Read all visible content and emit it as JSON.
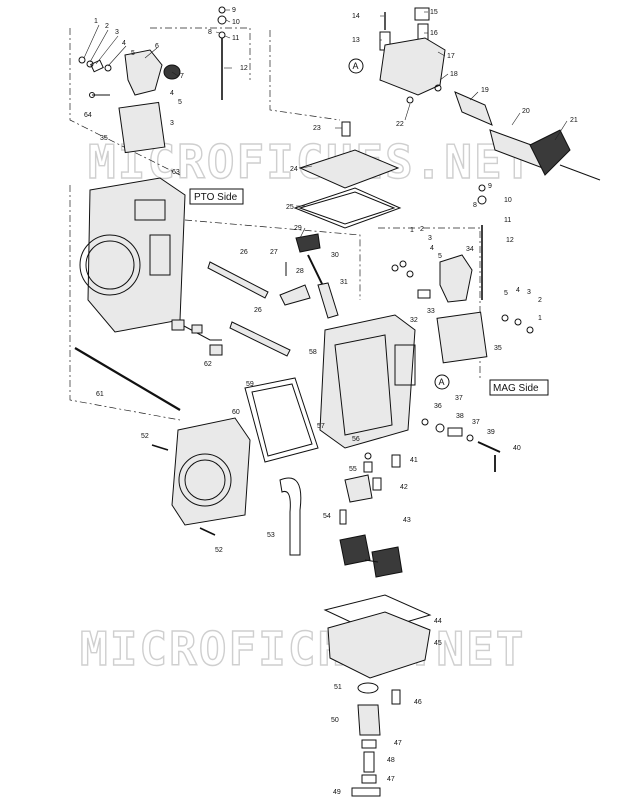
{
  "watermarks": [
    "MICROFICHES.NET",
    "MICROFICHES.NET"
  ],
  "labels": {
    "pto_side": "PTO Side",
    "mag_side": "MAG Side",
    "ref_a": "A"
  },
  "callouts": [
    "1",
    "2",
    "3",
    "4",
    "5",
    "6",
    "7",
    "4",
    "5",
    "3",
    "64",
    "35",
    "9",
    "10",
    "8",
    "11",
    "12",
    "14",
    "15",
    "13",
    "16",
    "17",
    "18",
    "19",
    "20",
    "21",
    "22",
    "23",
    "24",
    "25",
    "29",
    "9",
    "10",
    "8",
    "11",
    "12",
    "1",
    "2",
    "3",
    "4",
    "5",
    "34",
    "63",
    "26",
    "27",
    "28",
    "30",
    "31",
    "26",
    "62",
    "32",
    "33",
    "5",
    "4",
    "3",
    "2",
    "1",
    "35",
    "58",
    "61",
    "59",
    "36",
    "37",
    "38",
    "37",
    "39",
    "40",
    "60",
    "57",
    "52",
    "56",
    "41",
    "55",
    "42",
    "54",
    "43",
    "53",
    "52",
    "44",
    "45",
    "51",
    "46",
    "50",
    "47",
    "48",
    "47",
    "49"
  ]
}
